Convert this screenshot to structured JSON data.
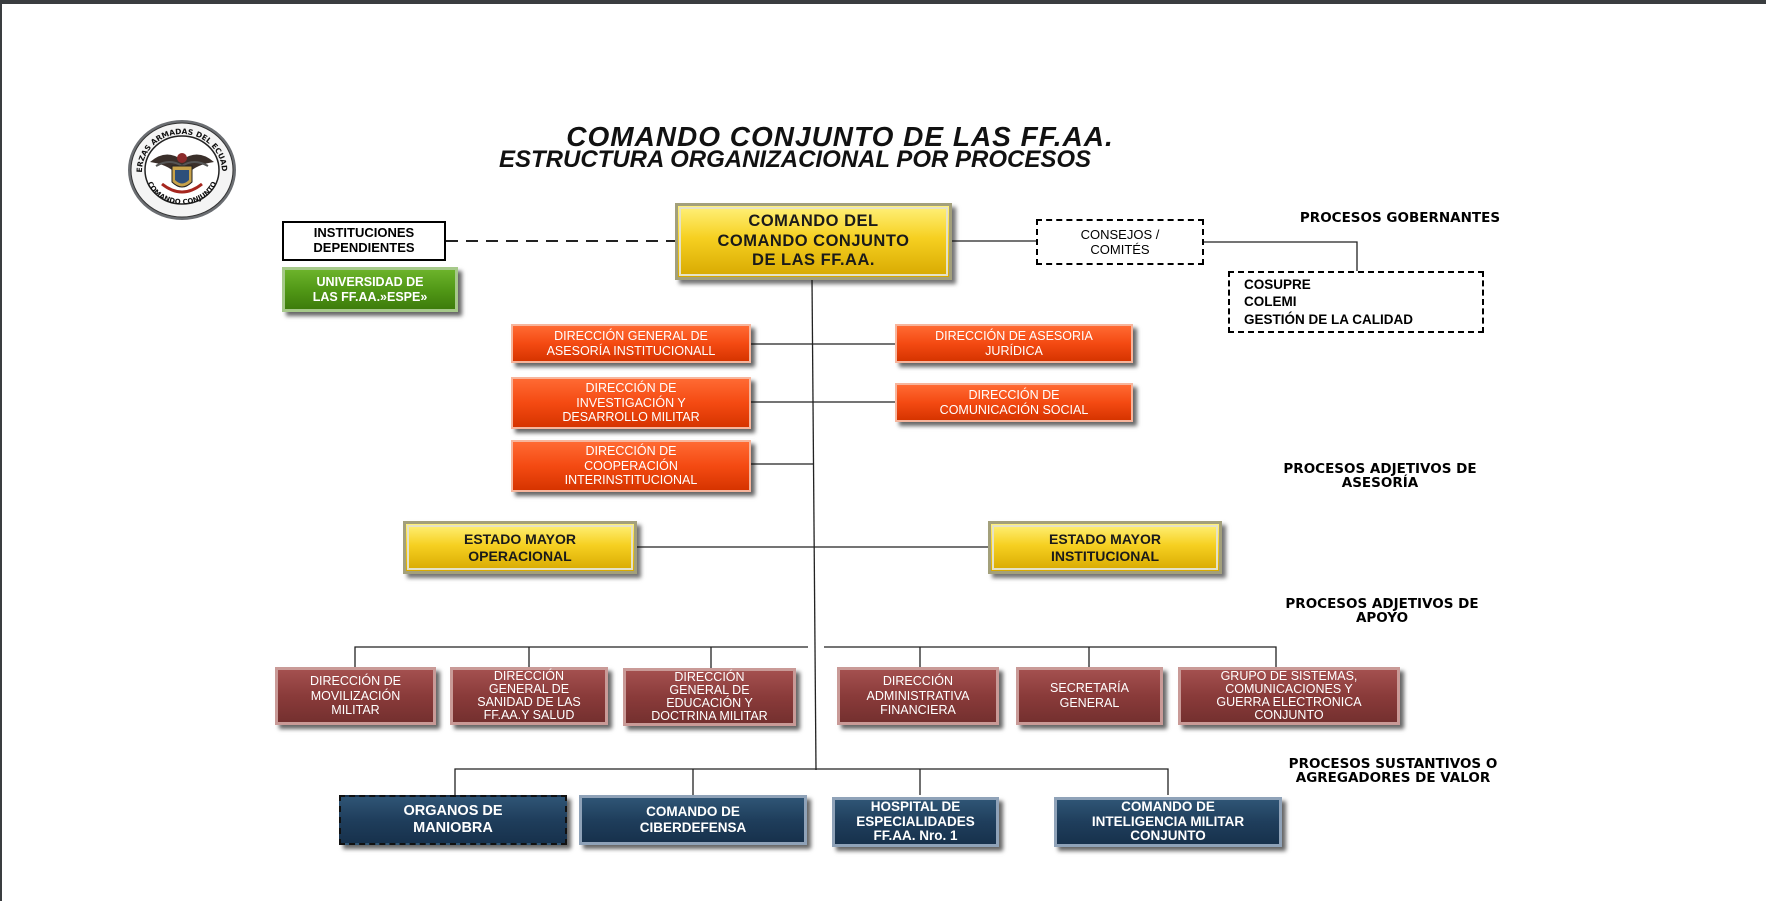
{
  "title": {
    "line1": "COMANDO  CONJUNTO  DE LAS FF.AA.",
    "line2": "ESTRUCTURA ORGANIZACIONAL POR PROCESOS"
  },
  "logo": {
    "outer_text": "FUERZAS ARMADAS DEL ECUADOR",
    "bottom_text": "COMANDO CONJUNTO"
  },
  "top": {
    "comando": [
      "COMANDO  DEL",
      "COMANDO  CONJUNTO",
      "DE LAS FF.AA."
    ],
    "instituciones": [
      "INSTITUCIONES",
      "DEPENDIENTES"
    ],
    "universidad": [
      "UNIVERSIDAD DE",
      "LAS FF.AA.»ESPE»"
    ],
    "consejos": [
      "CONSEJOS /",
      "COMITÉS"
    ],
    "comites_list": [
      "COSUPRE",
      "COLEMI",
      "GESTIÓN  DE LA CALIDAD"
    ]
  },
  "asesoria": {
    "left": [
      [
        "DIRECCIÓN GENERAL DE",
        "ASESORÍA INSTITUCIONALL"
      ],
      [
        "DIRECCIÓN DE",
        "INVESTIGACIÓN Y",
        "DESARROLLO MILITAR"
      ],
      [
        "DIRECCIÓN  DE",
        "COOPERACIÓN",
        "INTERINSTITUCIONAL"
      ]
    ],
    "right": [
      [
        "DIRECCIÓN DE ASESORIA",
        "JURÍDICA"
      ],
      [
        "DIRECCIÓN DE",
        "COMUNICACIÓN SOCIAL"
      ]
    ]
  },
  "estado_mayor": {
    "left": [
      "ESTADO MAYOR",
      "OPERACIONAL"
    ],
    "right": [
      "ESTADO MAYOR",
      "INSTITUCIONAL"
    ]
  },
  "apoyo": [
    [
      "DIRECCIÓN DE",
      "MOVILIZACIÓN",
      "MILITAR"
    ],
    [
      "DIRECCIÓN",
      "GENERAL DE",
      "SANIDAD DE LAS",
      "FF.AA.Y SALUD"
    ],
    [
      "DIRECCIÓN",
      "GENERAL DE",
      "EDUCACIÓN Y",
      "DOCTRINA MILITAR"
    ],
    [
      "DIRECCIÓN",
      "ADMINISTRATIVA",
      "FINANCIERA"
    ],
    [
      "SECRETARÍA",
      "GENERAL"
    ],
    [
      "GRUPO DE SISTEMAS,",
      "COMUNICACIONES Y",
      "GUERRA ELECTRONICA",
      "CONJUNTO"
    ]
  ],
  "sustantivos": [
    [
      "ORGANOS DE",
      "MANIOBRA"
    ],
    [
      "COMANDO DE",
      "CIBERDEFENSA"
    ],
    [
      "HOSPITAL DE",
      "ESPECIALIDADES",
      "FF.AA. Nro. 1"
    ],
    [
      "COMANDO DE",
      "INTELIGENCIA MILITAR",
      "CONJUNTO"
    ]
  ],
  "process_labels": {
    "gobernantes": "PROCESOS GOBERNANTES",
    "asesoria": [
      "PROCESOS ADJETIVOS DE",
      "ASESORÍA"
    ],
    "apoyo": [
      "PROCESOS ADJETIVOS DE",
      "APOYO"
    ],
    "sustantivos": [
      "PROCESOS SUSTANTIVOS O",
      "AGREGADORES DE VALOR"
    ]
  },
  "colors": {
    "gold": "#f6d021",
    "orange": "#f44a12",
    "maroon": "#8a3b3a",
    "navy": "#1f3e5c",
    "green": "#4f9615"
  }
}
